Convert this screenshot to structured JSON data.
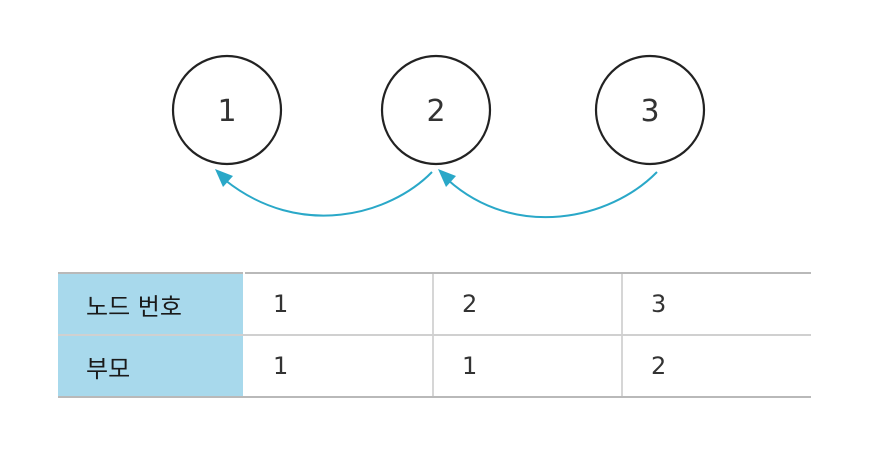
{
  "nodes": [
    {
      "label": "1"
    },
    {
      "label": "2"
    },
    {
      "label": "3"
    }
  ],
  "edges": [
    {
      "from": "2",
      "to": "1"
    },
    {
      "from": "3",
      "to": "2"
    }
  ],
  "colors": {
    "arrow": "#2aa8c8",
    "header_fill": "#a8d9ec"
  },
  "table": {
    "rows": [
      {
        "header": "노드 번호",
        "values": [
          "1",
          "2",
          "3"
        ]
      },
      {
        "header": "부모",
        "values": [
          "1",
          "1",
          "2"
        ]
      }
    ]
  }
}
